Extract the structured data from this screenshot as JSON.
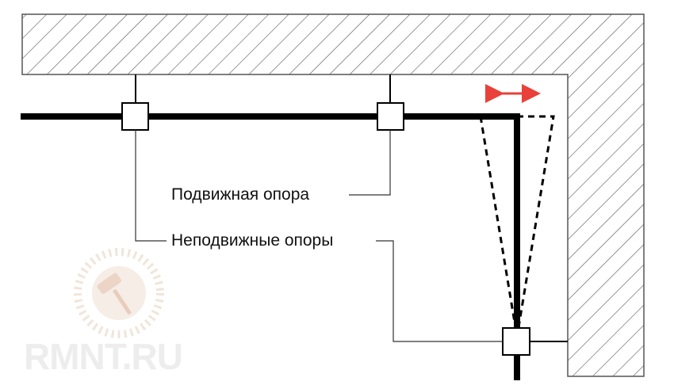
{
  "diagram": {
    "labels": {
      "movable_support": "Подвижная опора",
      "fixed_supports": "Неподвижные опоры"
    },
    "watermark": {
      "text": "RMNT.RU"
    },
    "colors": {
      "pipe": "#000000",
      "wall_hatch": "#555555",
      "arrow": "#e8413a",
      "watermark": "#ececec"
    }
  }
}
